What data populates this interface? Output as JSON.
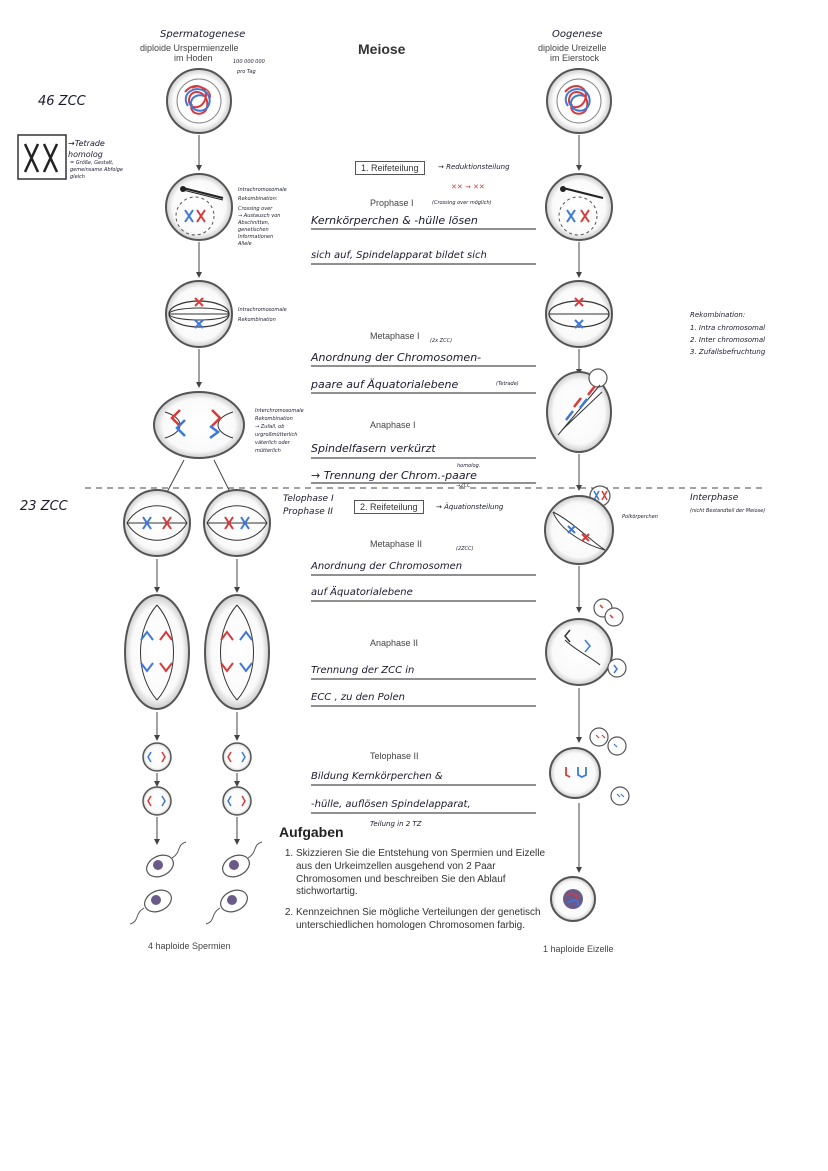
{
  "header": {
    "title": "Meiose",
    "left_heading": "Spermatogenese",
    "left_sub1": "diploide Urspermienzelle",
    "left_sub2": "im Hoden",
    "left_note1": "100 000 000",
    "left_note2": "pro Tag",
    "right_heading": "Oogenese",
    "right_sub1": "diploide Ureizelle",
    "right_sub2": "im Eierstock"
  },
  "margin_notes": {
    "count_46": "46 ZCC",
    "count_23": "23 ZCC",
    "tetrade_arrow": "→Tetrade",
    "tetrade_homolog": "homolog",
    "tetrade_desc1": "= Größe, Gestalt,",
    "tetrade_desc2": "gemeinsame Abfolge",
    "tetrade_desc3": "gleich",
    "rekombination_title": "Rekombination:",
    "rekombination_1": "1. Intra chromosomal",
    "rekombination_2": "2. Inter chromosomal",
    "rekombination_3": "3. Zufallsbefruchtung",
    "interphase_title": "Interphase",
    "interphase_note": "(nicht Bestandteil der Meiose)",
    "polkoerperchen": "Polkörperchen"
  },
  "side_notes": {
    "intra1_a": "Intrachromosomale",
    "intra1_b": "Rekombination:",
    "intra1_c": "Crossing over",
    "intra1_d": "→ Austausch von",
    "intra1_e": "Abschnitten,",
    "intra1_f": "genetischen",
    "intra1_g": "Informationen",
    "intra1_h": "Allele",
    "intra2_a": "Intrachromosomale",
    "intra2_b": "Rekombination",
    "inter_a": "Interchromosomale",
    "inter_b": "Rekombination",
    "inter_c": "→ Zufall, ob",
    "inter_d": "urgroßmütterlich",
    "inter_e": "väterlich oder",
    "inter_f": "mütterlich"
  },
  "phases": {
    "reifeteilung1": "1. Reifeteilung",
    "reifeteilung1_note": "→ Reduktionsteilung",
    "prophase1": "Prophase I",
    "prophase1_note": "(Crossing over möglich)",
    "prophase1_hand1": "Kernkörperchen & -hülle lösen",
    "prophase1_hand2": "sich auf, Spindelapparat bildet sich",
    "metaphase1": "Metaphase I",
    "metaphase1_zcc": "(2x ZCC)",
    "metaphase1_hand1": "Anordnung der Chromosomen-",
    "metaphase1_hand2": "paare auf Äquatorialebene",
    "metaphase1_tetrade": "(Tetrade)",
    "anaphase1": "Anaphase I",
    "anaphase1_hand1": "Spindelfasern verkürzt",
    "anaphase1_homolog": "homolog.",
    "anaphase1_hand2": "→ Trennung der Chrom.-paare",
    "anaphase1_zcc": "→ZCC",
    "telophase1": "Telophase I",
    "prophase2": "Prophase II",
    "reifeteilung2": "2. Reifeteilung",
    "reifeteilung2_note": "→ Äquationsteilung",
    "metaphase2": "Metaphase II",
    "metaphase2_zcc": "(2ZCC)",
    "metaphase2_hand1": "Anordnung der Chromosomen",
    "metaphase2_hand2": "auf Äquatorialebene",
    "anaphase2": "Anaphase II",
    "anaphase2_hand1": "Trennung der ZCC in",
    "anaphase2_hand2": "ECC , zu den Polen",
    "telophase2": "Telophase II",
    "telophase2_hand1": "Bildung Kernkörperchen &",
    "telophase2_hand2": "-hülle, auflösen Spindelapparat,",
    "telophase2_hand3": "Teilung in 2 TZ"
  },
  "tasks": {
    "heading": "Aufgaben",
    "items": [
      "Skizzieren Sie die Entstehung von Spermien und Eizelle aus den Urkeimzellen ausgehend von 2 Paar Chromosomen und beschreiben Sie den Ablauf stichwortartig.",
      "Kennzeichnen Sie mögliche Verteilungen der genetisch unterschiedlichen homologen Chromosomen farbig."
    ]
  },
  "captions": {
    "sperm": "4 haploide Spermien",
    "egg": "1 haploide Eizelle"
  },
  "colors": {
    "chrom_red": "#d83a3a",
    "chrom_blue": "#3d78d8",
    "ink": "#1a1a2e"
  }
}
